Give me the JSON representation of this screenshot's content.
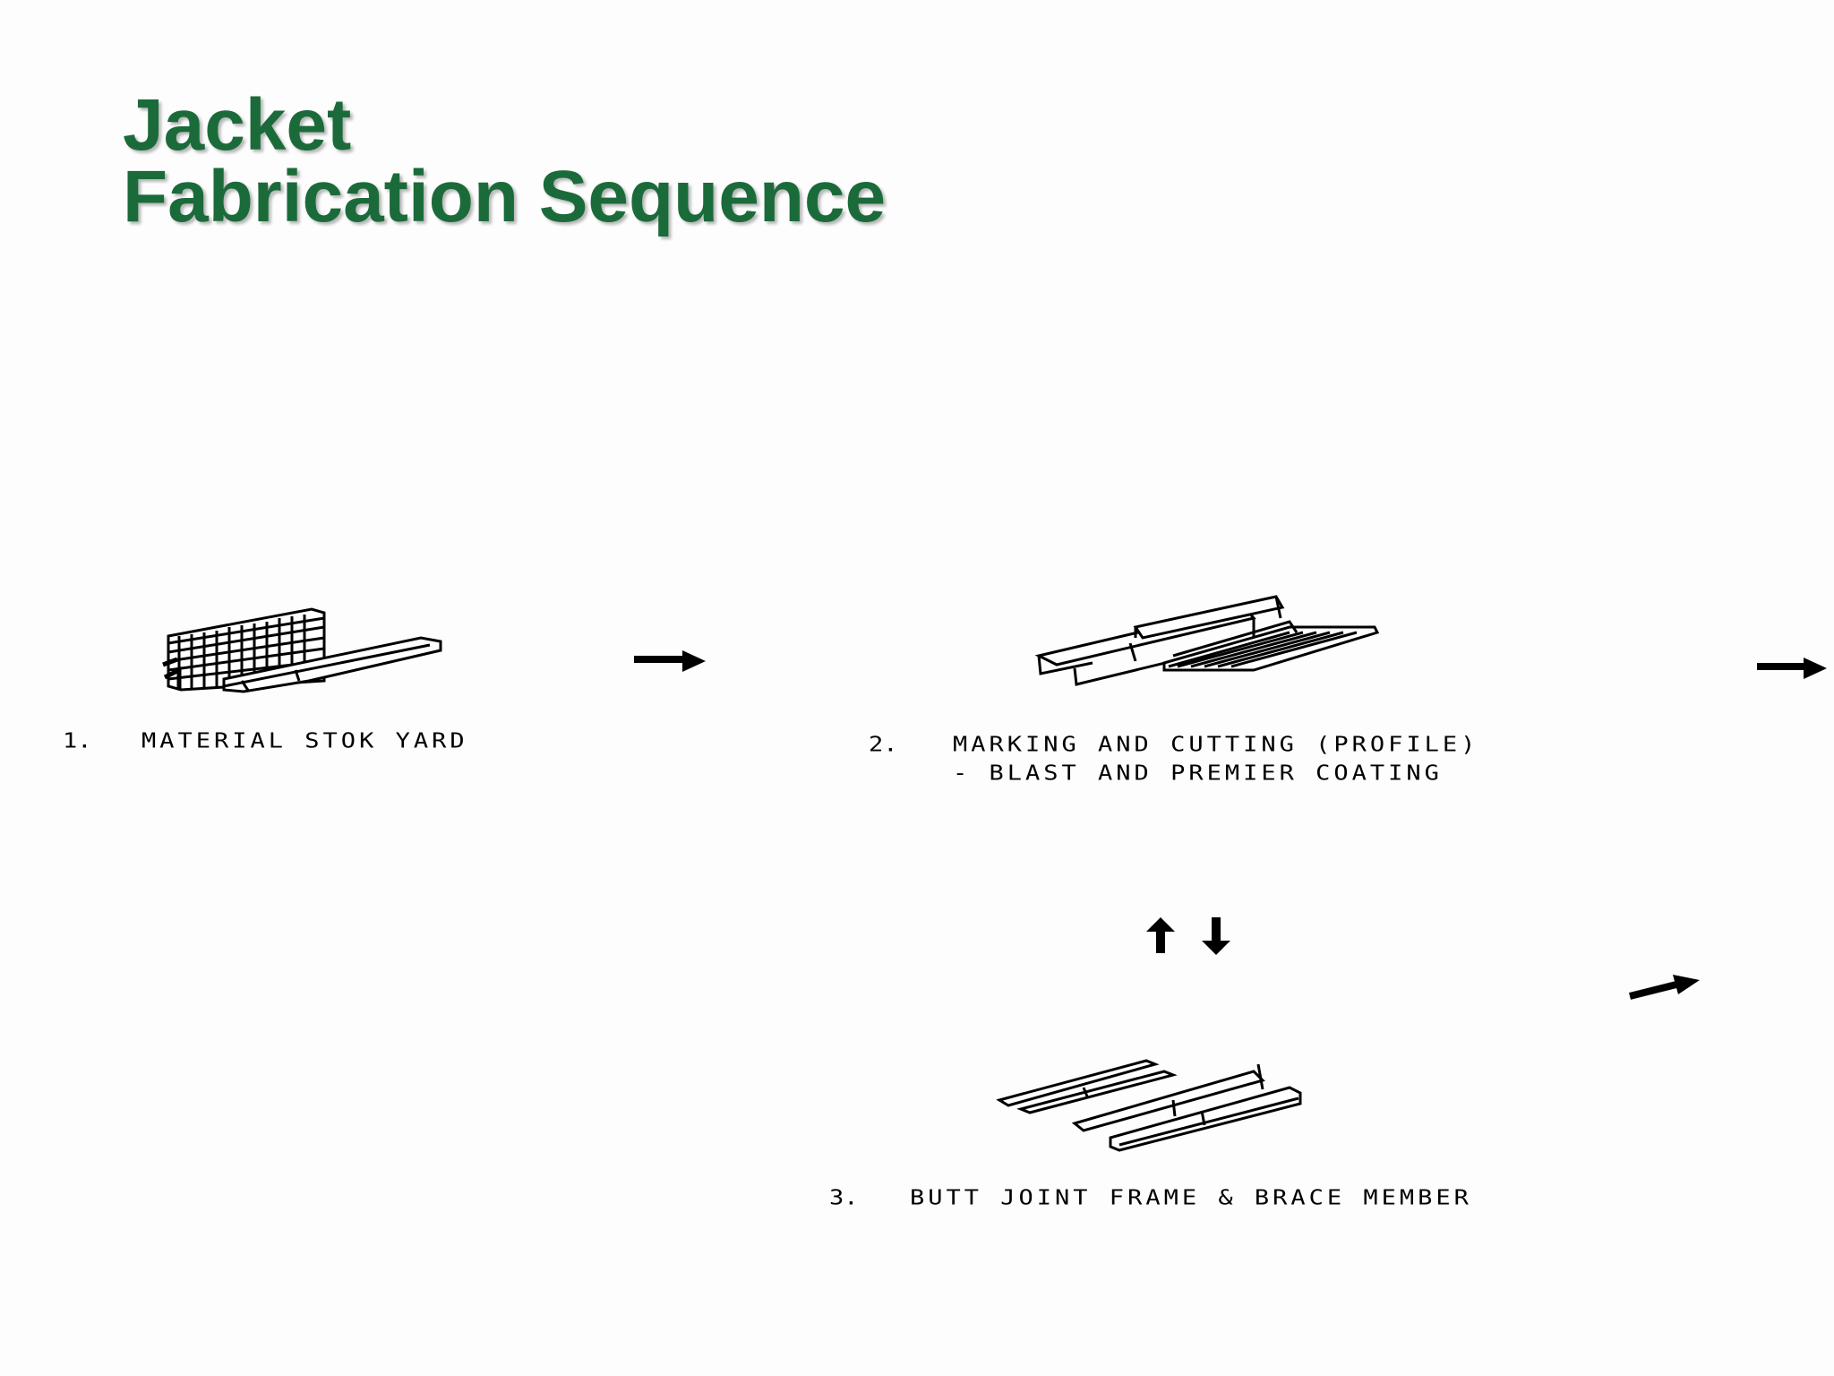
{
  "title": {
    "line1": "Jacket",
    "line2": "Fabrication Sequence"
  },
  "steps": [
    {
      "number": "1.",
      "label": "MATERIAL STOK YARD"
    },
    {
      "number": "2.",
      "label": "MARKING AND CUTTING (PROFILE)",
      "label2": "- BLAST AND PREMIER COATING"
    },
    {
      "number": "3.",
      "label": "BUTT JOINT FRAME & BRACE MEMBER"
    }
  ]
}
